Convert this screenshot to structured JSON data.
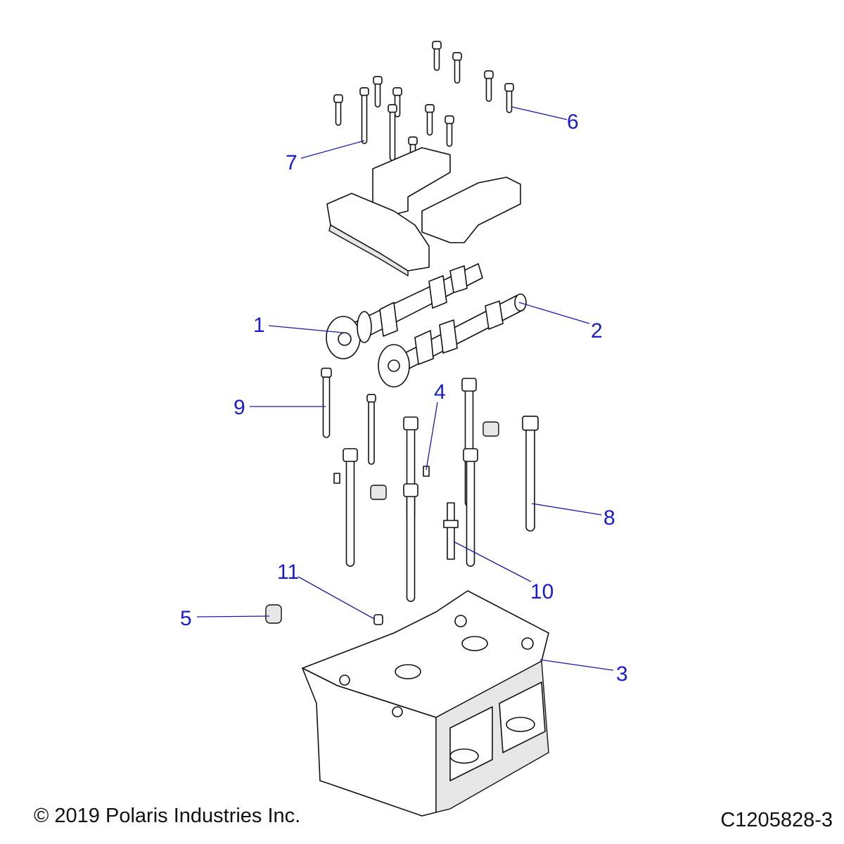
{
  "diagram": {
    "callouts": [
      "1",
      "2",
      "3",
      "4",
      "5",
      "6",
      "7",
      "8",
      "9",
      "10",
      "11"
    ],
    "colors": {
      "callout": "#1a1ad0",
      "leader": "#1a1aa8",
      "line": "#111111"
    }
  },
  "footer": {
    "copyright": "© 2019 Polaris Industries Inc.",
    "drawing_number": "C1205828-3"
  }
}
